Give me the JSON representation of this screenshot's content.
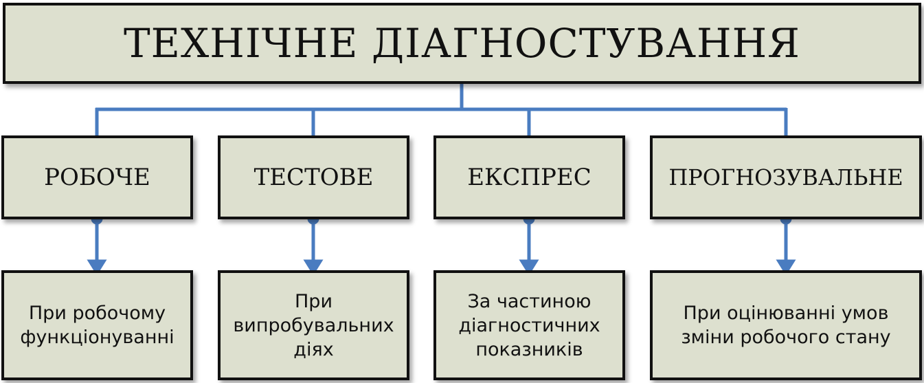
{
  "title": "ТЕХНІЧНЕ ДІАГНОСТУВАННЯ",
  "connector_color": "#4a7cc0",
  "categories": [
    {
      "label": "РОБОЧЕ",
      "description": "При робочому\nфункціонуванні"
    },
    {
      "label": "ТЕСТОВЕ",
      "description": "При\nвипробувальних\nдіях"
    },
    {
      "label": "ЕКСПРЕС",
      "description": "За частиною\nдіагностичних\nпоказників"
    },
    {
      "label": "ПРОГНОЗУВАЛЬНЕ",
      "description": "При оцінюванні умов\nзміни робочого стану"
    }
  ]
}
